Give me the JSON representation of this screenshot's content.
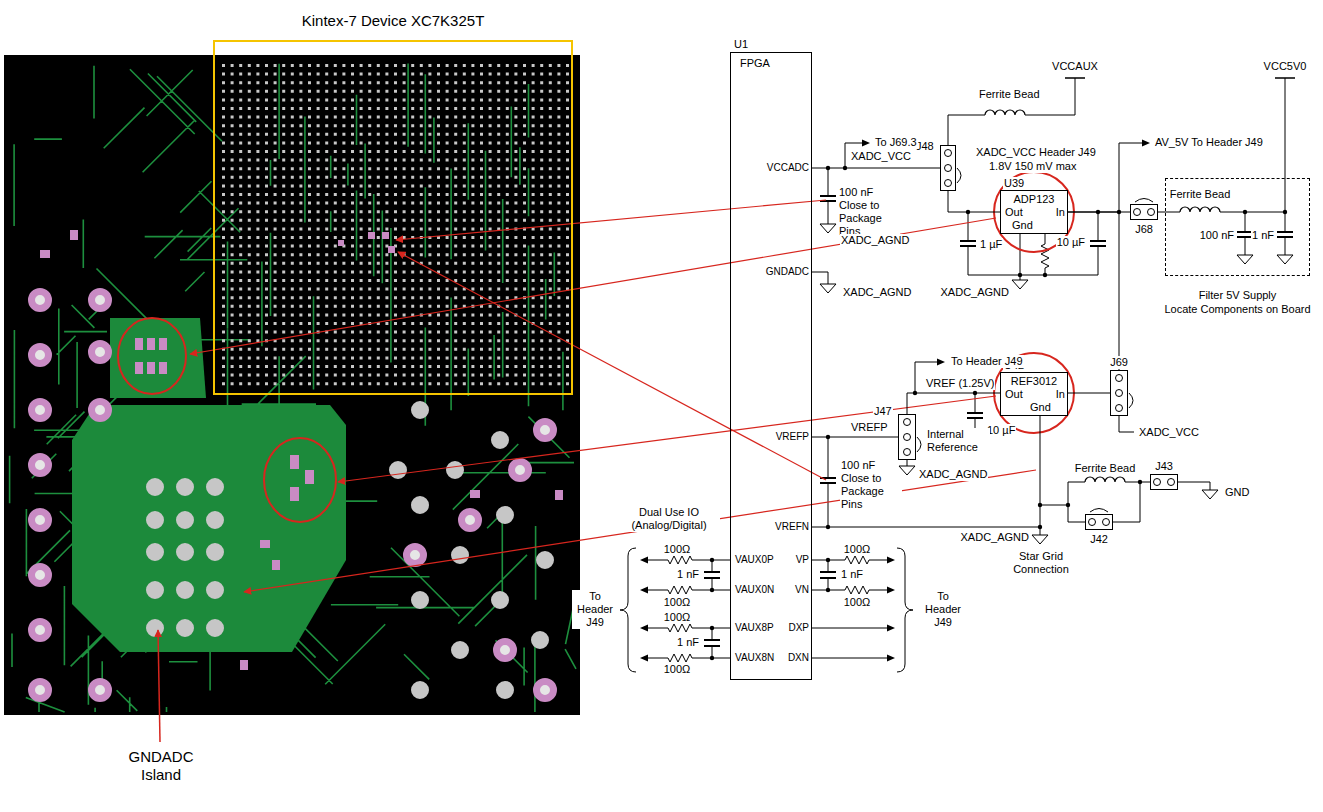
{
  "diagram": {
    "nodes": [
      {
        "text": [
          "Kintex-7 Device XC7K325T"
        ]
      },
      {
        "text": [
          "U1",
          "FPGA",
          "VCCADC",
          "GNDADC",
          "VREFP",
          "VREFN",
          "VAUX0P",
          "VAUX0N",
          "VAUX8P",
          "VAUX8N",
          "VP",
          "VN",
          "DXP",
          "DXN"
        ]
      },
      {
        "text": [
          "U39",
          "ADP123",
          "Out",
          "In",
          "Gnd"
        ]
      },
      {
        "text": [
          "U42",
          "REF3012",
          "Out",
          "In",
          "Gnd"
        ]
      },
      {
        "text": [
          "J48"
        ]
      },
      {
        "text": [
          "J68"
        ]
      },
      {
        "text": [
          "J69"
        ]
      },
      {
        "text": [
          "J47"
        ]
      },
      {
        "text": [
          "J43"
        ]
      },
      {
        "text": [
          "J42"
        ]
      },
      {
        "text": [
          "Filter 5V Supply",
          "Locate Components on Board"
        ]
      }
    ],
    "edges": [
      {
        "from": 1,
        "to": 4,
        "arrow": "none"
      },
      {
        "from": 4,
        "to": 2,
        "arrow": "none"
      },
      {
        "from": 2,
        "to": 5,
        "arrow": "none"
      },
      {
        "from": 5,
        "to": 10,
        "arrow": "none"
      },
      {
        "from": 2,
        "to": 6,
        "arrow": "none"
      },
      {
        "from": 6,
        "to": 3,
        "arrow": "none"
      },
      {
        "from": 3,
        "to": 7,
        "arrow": "none"
      },
      {
        "from": 7,
        "to": 1,
        "arrow": "none"
      },
      {
        "from": 3,
        "to": 9,
        "arrow": "none"
      },
      {
        "from": 9,
        "to": 8,
        "arrow": "none"
      }
    ],
    "labels": [
      "Ferrite Bead",
      "VCCAUX",
      "To J69.3",
      "XADC_VCC",
      "XADC_VCC Header J49",
      "1.8V 150 mV max",
      "100 nF",
      "Close to Package Pins",
      "XADC_AGND",
      "1 µF",
      "10 µF",
      "XADC_AGND",
      "AV_5V To Header J49",
      "VCC5V0",
      "Ferrite Bead",
      "100 nF",
      "1 nF",
      "XADC_AGND",
      "To Header J49",
      "VREF (1.25V)",
      "10 µF",
      "VREFP",
      "Internal Reference",
      "XADC_AGND",
      "100 nF",
      "Close to Package Pins",
      "XADC_AGND",
      "Star Grid Connection",
      "Ferrite Bead",
      "GND",
      "XADC_VCC",
      "Dual Use IO (Analog/Digital)",
      "100Ω",
      "1 nF",
      "100Ω",
      "100Ω",
      "1 nF",
      "100Ω",
      "100Ω",
      "1 nF",
      "100Ω",
      "To Header J49",
      "To Header J49",
      "GNDADC Island"
    ]
  }
}
